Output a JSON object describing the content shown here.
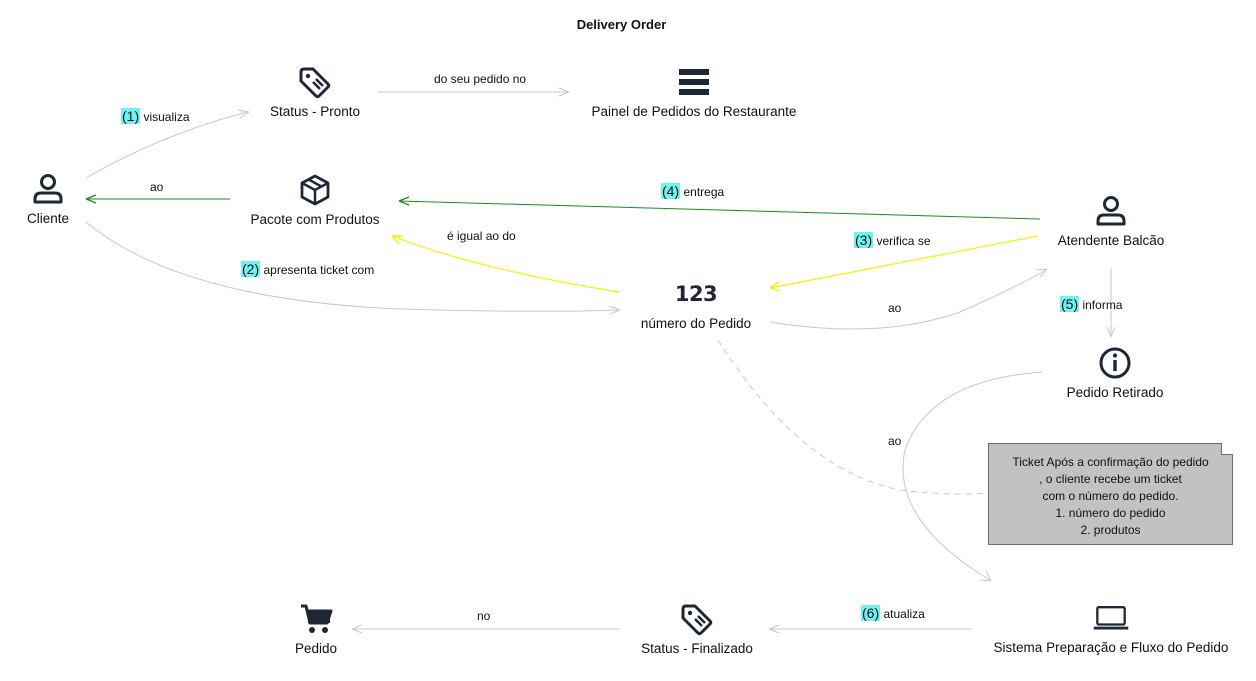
{
  "title": "Delivery Order",
  "nodes": {
    "cliente": "Cliente",
    "status_pronto": "Status - Pronto",
    "painel": "Painel de Pedidos do Restaurante",
    "pacote": "Pacote com Produtos",
    "numero_pedido": "número do Pedido",
    "numero_icon_text": "123",
    "atendente": "Atendente Balcão",
    "pedido_retirado": "Pedido Retirado",
    "sistema": "Sistema Preparação e Fluxo do Pedido",
    "status_finalizado": "Status - Finalizado",
    "pedido": "Pedido"
  },
  "edges": {
    "e1": {
      "num": "(1)",
      "text": "visualiza"
    },
    "e_painel": {
      "text": "do seu pedido no"
    },
    "e_ao_cliente": {
      "text": "ao"
    },
    "e4": {
      "num": "(4)",
      "text": "entrega"
    },
    "e_igual": {
      "text": "é igual ao do"
    },
    "e3": {
      "num": "(3)",
      "text": "verifica se"
    },
    "e2": {
      "num": "(2)",
      "text": "apresenta ticket com"
    },
    "e_ao_atendente": {
      "text": "ao"
    },
    "e5": {
      "num": "(5)",
      "text": "informa"
    },
    "e_ao_sistema": {
      "text": "ao"
    },
    "e6": {
      "num": "(6)",
      "text": "atualiza"
    },
    "e_no": {
      "text": "no"
    }
  },
  "note": {
    "lines": [
      "Ticket Após a confirmação do pedido",
      ", o cliente recebe um ticket",
      "com o número do pedido.",
      "1. número do pedido",
      "2. produtos"
    ]
  },
  "colors": {
    "gray_edge": "#c8c8c8",
    "green_edge": "#1f8a1f",
    "yellow_edge": "#f2f200",
    "icon": "#1d2735",
    "highlight": "#6ff3f0",
    "note_fill": "#c2c2c2"
  },
  "icons": {
    "cliente": "person-icon",
    "status_pronto": "tag-icon",
    "painel": "list-bars-icon",
    "pacote": "package-icon",
    "numero": "numbers-123-icon",
    "atendente": "person-icon",
    "pedido_retirado": "info-icon",
    "sistema": "laptop-icon",
    "status_finalizado": "tag-icon",
    "pedido": "shopping-cart-icon"
  }
}
